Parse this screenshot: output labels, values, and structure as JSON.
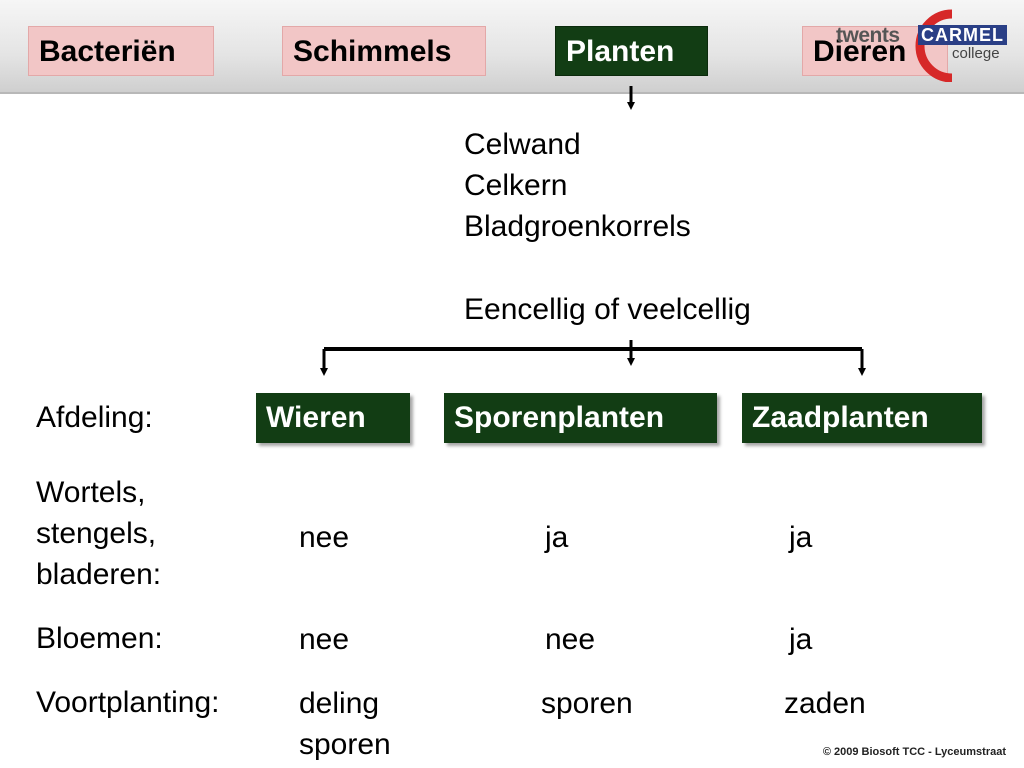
{
  "kingdoms": {
    "bacteria": "Bacteriën",
    "fungi": "Schimmels",
    "plants": "Planten",
    "animals": "Dieren"
  },
  "logo": {
    "twents": "twents",
    "carmel": "CARMEL",
    "college": "college"
  },
  "plant_features": [
    "Celwand",
    "Celkern",
    "Bladgroenkorrels"
  ],
  "cell_type": "Eencellig of veelcellig",
  "divisions": [
    "Wieren",
    "Sporenplanten",
    "Zaadplanten"
  ],
  "rows": {
    "division_label": "Afdeling:",
    "roots": {
      "label": [
        "Wortels,",
        "stengels,",
        "bladeren:"
      ],
      "values": [
        "nee",
        "ja",
        "ja"
      ]
    },
    "flowers": {
      "label": "Bloemen:",
      "values": [
        "nee",
        "nee",
        "ja"
      ]
    },
    "reproduction": {
      "label": "Voortplanting:",
      "values": [
        [
          "deling",
          "sporen"
        ],
        [
          "sporen"
        ],
        [
          "zaden"
        ]
      ]
    }
  },
  "footer": "© 2009 Biosoft  TCC - Lyceumstraat",
  "colors": {
    "dark_green": "#123d14",
    "pink": "#f2c6c6",
    "logo_red": "#d62828",
    "logo_blue": "#2a3f86"
  }
}
